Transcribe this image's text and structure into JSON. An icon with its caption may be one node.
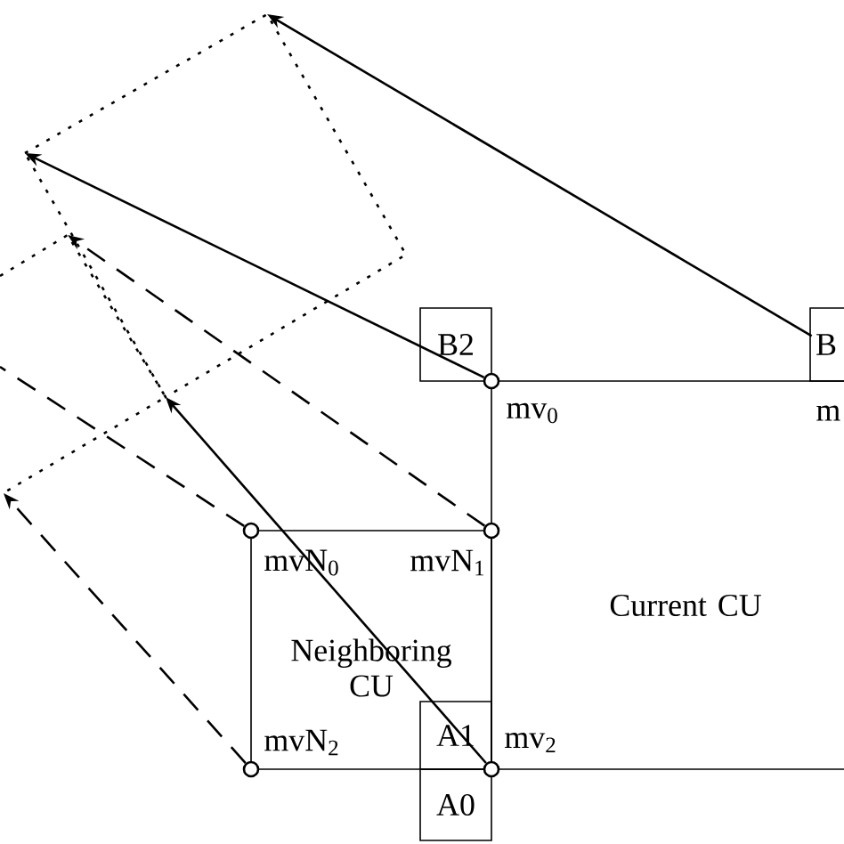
{
  "diagram": {
    "nodes": [
      {
        "text": [
          "Current CU"
        ]
      },
      {
        "text": [
          "Neighboring CU"
        ]
      },
      {
        "text": [
          "B2"
        ]
      },
      {
        "text": [
          "B"
        ]
      },
      {
        "text": [
          "A1"
        ],
        "in": 1
      },
      {
        "text": [
          "A0"
        ]
      },
      {
        "text": [],
        "shape": "circle",
        "beside": [
          "mv$_{0}$"
        ]
      },
      {
        "text": [],
        "shape": "circle",
        "beside": [
          "mvN$_{0}$"
        ]
      },
      {
        "text": [],
        "shape": "circle",
        "beside": [
          "mvN$_{1}$"
        ]
      },
      {
        "text": [],
        "shape": "circle",
        "beside": [
          "mvN$_{2}$"
        ]
      },
      {
        "text": [],
        "shape": "circle",
        "beside": [
          "mv$_{2}$"
        ]
      }
    ],
    "edges": [
      {
        "from": 6,
        "to": null,
        "arrow": "to"
      },
      {
        "from": 3,
        "to": null,
        "arrow": "to"
      },
      {
        "from": 10,
        "to": null,
        "arrow": "to"
      },
      {
        "from": 8,
        "to": null,
        "arrow": "to",
        "style": "dashed"
      },
      {
        "from": 7,
        "to": null,
        "arrow": "none",
        "style": "dashed"
      },
      {
        "from": 9,
        "to": null,
        "arrow": "to",
        "style": "dashed"
      }
    ],
    "labels": [
      "m"
    ]
  }
}
